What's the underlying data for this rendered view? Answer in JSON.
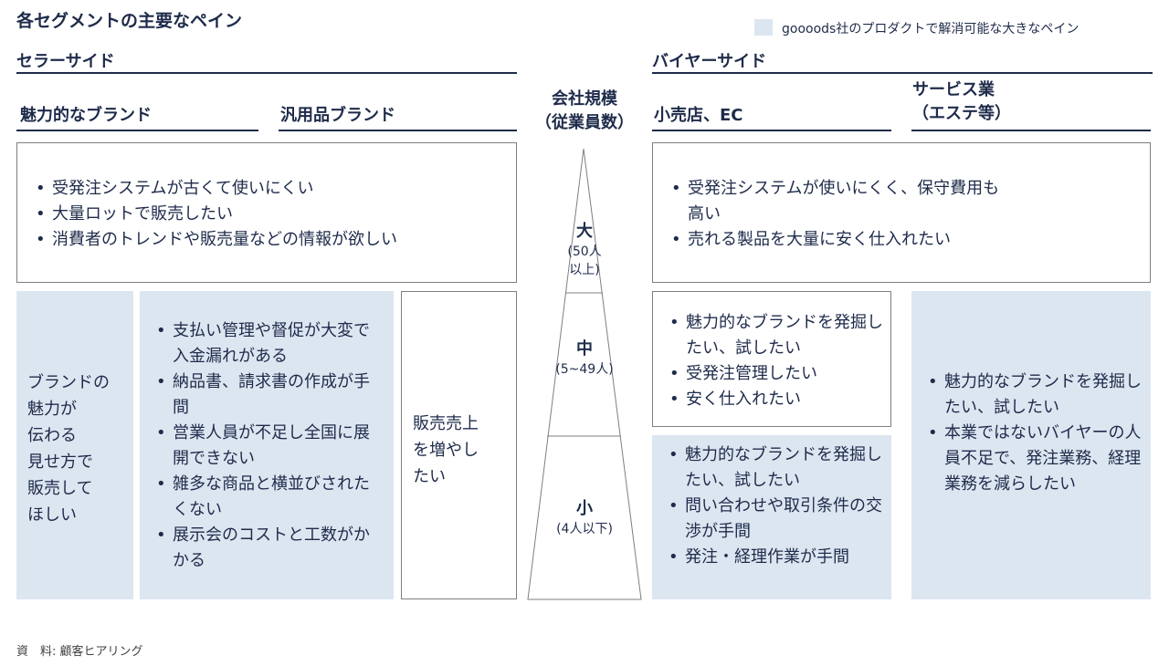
{
  "title": "各セグメントの主要なペイン",
  "legend": {
    "label": "gooоods社のプロダクトで解消可能な大きなペイン",
    "color": "#dce6f1"
  },
  "seller": {
    "side_label": "セラーサイド",
    "segment_attractive": "魅力的なブランド",
    "segment_generic": "汎用品ブランド",
    "top_pains": [
      "受発注システムが古くて使いにくい",
      "大量ロットで販売したい",
      "消費者のトレンドや販売量などの情報が欲しい"
    ],
    "attractive_wish": "ブランドの\n魅力が\n伝わる\n見せ方で\n販売して\nほしい",
    "attractive_pains": [
      "支払い管理や督促が大変で入金漏れがある",
      "納品書、請求書の作成が手間",
      "営業人員が不足し全国に展開できない",
      "雑多な商品と横並びされたくない",
      "展示会のコストと工数がかかる"
    ],
    "generic_wish": "販売売上\nを増やし\nたい"
  },
  "company_size": {
    "heading_line1": "会社規模",
    "heading_line2": "（従業員数）",
    "tiers": [
      {
        "label": "大",
        "range": "(50人\n以上)"
      },
      {
        "label": "中",
        "range": "(5~49人)"
      },
      {
        "label": "小",
        "range": "(4人以下)"
      }
    ]
  },
  "buyer": {
    "side_label": "バイヤーサイド",
    "segment_retail": "小売店、EC",
    "segment_service_line1": "サービス業",
    "segment_service_line2": "（エステ等）",
    "top_pains": [
      "受発注システムが使いにくく、保守費用も高い",
      "売れる製品を大量に安く仕入れたい"
    ],
    "retail_mid_pains": [
      "魅力的なブランドを発掘したい、試したい",
      "受発注管理したい",
      "安く仕入れたい"
    ],
    "retail_small_pains": [
      "魅力的なブランドを発掘したい、試したい",
      "問い合わせや取引条件の交渉が手間",
      "発注・経理作業が手間"
    ],
    "service_pains": [
      "魅力的なブランドを発掘したい、試したい",
      "本業ではないバイヤーの人員不足で、発注業務、経理業務を減らしたい"
    ]
  },
  "source": "資　料: 顧客ヒアリング"
}
